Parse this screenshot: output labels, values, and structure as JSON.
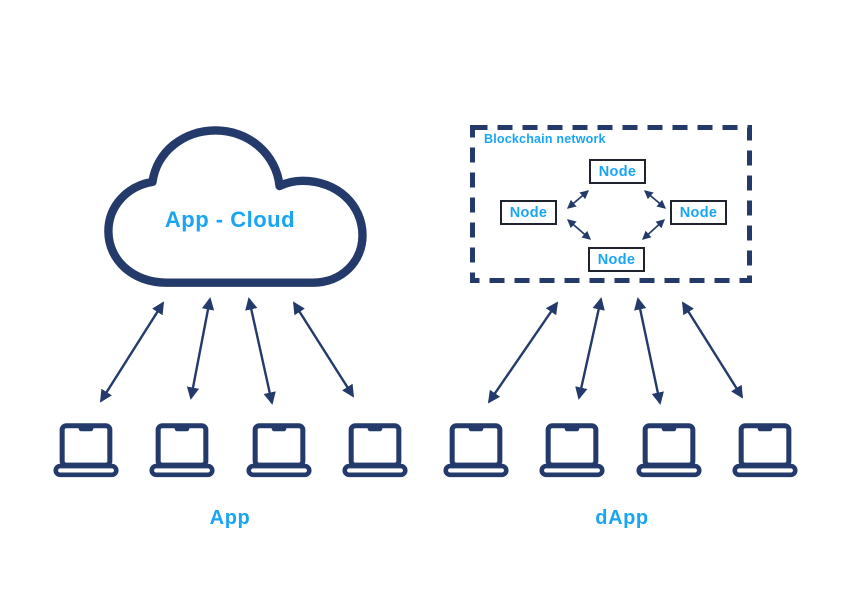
{
  "colors": {
    "navy": "#243A6B",
    "cyan": "#19A5F5",
    "node_border": "#1E232D",
    "background": "#FFFFFF"
  },
  "cloud_group": {
    "cloud_label": "App - Cloud",
    "caption": "App",
    "laptop_count": 4
  },
  "blockchain_group": {
    "box_label": "Blockchain network",
    "node_labels": [
      "Node",
      "Node",
      "Node",
      "Node"
    ],
    "caption": "dApp",
    "laptop_count": 4
  }
}
